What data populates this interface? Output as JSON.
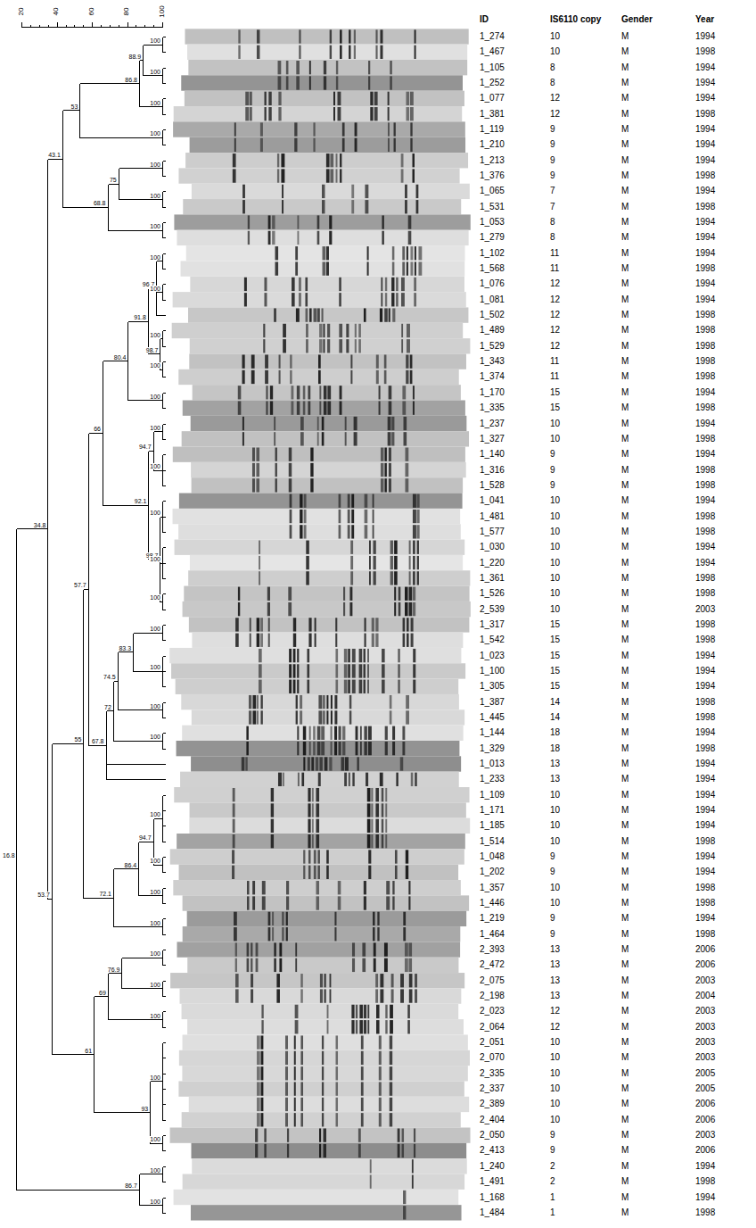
{
  "diagram": {
    "labels": [
      "20",
      "40",
      "60",
      "80",
      "100",
      "ID",
      "IS6110 copy",
      "Gender",
      "Year",
      "1_274",
      "10",
      "M",
      "1994",
      "1_467",
      "10",
      "M",
      "1998",
      "1_105",
      "8",
      "M",
      "1994",
      "1_252",
      "8",
      "M",
      "1994",
      "1_077",
      "12",
      "M",
      "1994",
      "1_381",
      "12",
      "M",
      "1998",
      "1_119",
      "9",
      "M",
      "1994",
      "1_210",
      "9",
      "M",
      "1994",
      "1_213",
      "9",
      "M",
      "1994",
      "1_376",
      "9",
      "M",
      "1998",
      "1_065",
      "7",
      "M",
      "1994",
      "1_531",
      "7",
      "M",
      "1998",
      "1_053",
      "8",
      "M",
      "1994",
      "1_279",
      "8",
      "M",
      "1994",
      "1_102",
      "11",
      "M",
      "1994",
      "1_568",
      "11",
      "M",
      "1998",
      "1_076",
      "12",
      "M",
      "1994",
      "1_081",
      "12",
      "M",
      "1994",
      "1_502",
      "12",
      "M",
      "1998",
      "1_489",
      "12",
      "M",
      "1998",
      "1_529",
      "12",
      "M",
      "1998",
      "1_343",
      "11",
      "M",
      "1998",
      "1_374",
      "11",
      "M",
      "1998",
      "1_170",
      "15",
      "M",
      "1994",
      "1_335",
      "15",
      "M",
      "1998",
      "1_237",
      "10",
      "M",
      "1994",
      "1_327",
      "10",
      "M",
      "1998",
      "1_140",
      "9",
      "M",
      "1994",
      "1_316",
      "9",
      "M",
      "1998",
      "1_528",
      "9",
      "M",
      "1998",
      "1_041",
      "10",
      "M",
      "1994",
      "1_481",
      "10",
      "M",
      "1998",
      "1_577",
      "10",
      "M",
      "1998",
      "1_030",
      "10",
      "M",
      "1994",
      "1_220",
      "10",
      "M",
      "1994",
      "1_361",
      "10",
      "M",
      "1998",
      "1_526",
      "10",
      "M",
      "1998",
      "2_539",
      "10",
      "M",
      "2003",
      "1_317",
      "15",
      "M",
      "1998",
      "1_542",
      "15",
      "M",
      "1998",
      "1_023",
      "15",
      "M",
      "1994",
      "1_100",
      "15",
      "M",
      "1994",
      "1_305",
      "15",
      "M",
      "1994",
      "1_387",
      "14",
      "M",
      "1998",
      "1_445",
      "14",
      "M",
      "1998",
      "1_144",
      "18",
      "M",
      "1994",
      "1_329",
      "18",
      "M",
      "1998",
      "1_013",
      "13",
      "M",
      "1994",
      "1_233",
      "13",
      "M",
      "1994",
      "1_109",
      "10",
      "M",
      "1994",
      "1_171",
      "10",
      "M",
      "1994",
      "1_185",
      "10",
      "M",
      "1994",
      "1_514",
      "10",
      "M",
      "1998",
      "1_048",
      "9",
      "M",
      "1994",
      "1_202",
      "9",
      "M",
      "1994",
      "1_357",
      "10",
      "M",
      "1998",
      "1_446",
      "10",
      "M",
      "1998",
      "1_219",
      "9",
      "M",
      "1994",
      "1_464",
      "9",
      "M",
      "1998",
      "2_393",
      "13",
      "M",
      "2006",
      "2_472",
      "13",
      "M",
      "2006",
      "2_075",
      "13",
      "M",
      "2003",
      "2_198",
      "13",
      "M",
      "2004",
      "2_023",
      "12",
      "M",
      "2003",
      "2_064",
      "12",
      "M",
      "2003",
      "2_051",
      "10",
      "M",
      "2003",
      "2_070",
      "10",
      "M",
      "2003",
      "2_335",
      "10",
      "M",
      "2005",
      "2_337",
      "10",
      "M",
      "2005",
      "2_389",
      "10",
      "M",
      "2006",
      "2_404",
      "10",
      "M",
      "2006",
      "2_050",
      "9",
      "M",
      "2003",
      "2_413",
      "9",
      "M",
      "2006",
      "1_240",
      "2",
      "M",
      "1994",
      "1_491",
      "2",
      "M",
      "1998",
      "1_168",
      "1",
      "M",
      "1994",
      "1_484",
      "1",
      "M",
      "1998",
      "100",
      "88.9",
      "100",
      "86.8",
      "100",
      "53",
      "100",
      "43.1",
      "100",
      "75",
      "100",
      "68.8",
      "100",
      "100",
      "96.7",
      "100",
      "91.8",
      "100",
      "98.7",
      "100",
      "80.4",
      "100",
      "66",
      "100",
      "94.7",
      "100",
      "92.1",
      "100",
      "34.8",
      "98.7",
      "100",
      "57.7",
      "100",
      "100",
      "83.3",
      "74.5",
      "100",
      "72",
      "100",
      "55",
      "67.8",
      "100",
      "53.7",
      "100",
      "94.7",
      "100",
      "86.4",
      "72.1",
      "100",
      "100",
      "100",
      "76.9",
      "69",
      "61",
      "100",
      "100",
      "100",
      "93",
      "100",
      "16.8",
      "100",
      "86.7",
      "100"
    ]
  }
}
